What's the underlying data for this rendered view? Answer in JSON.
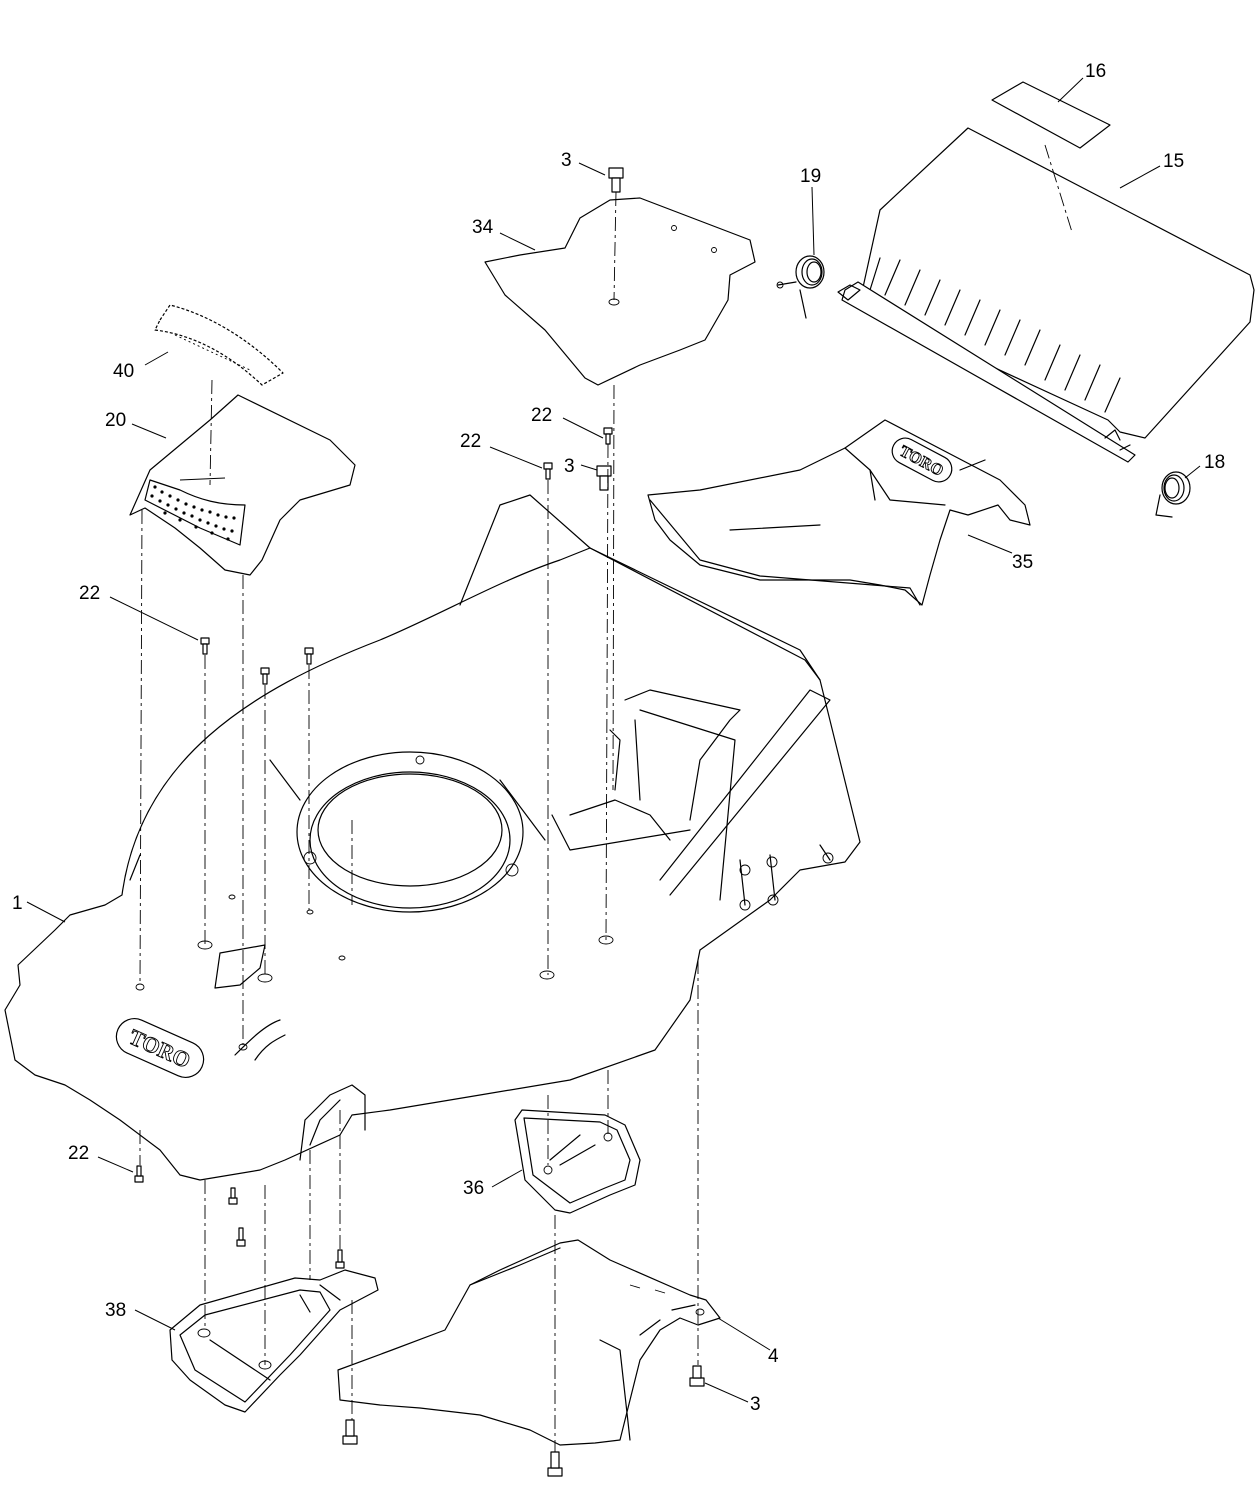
{
  "diagram": {
    "callouts": {
      "c16": "16",
      "c15": "15",
      "c19": "19",
      "c18": "18",
      "c35": "35",
      "c3_top": "3",
      "c34": "34",
      "c22_a": "22",
      "c22_b": "22",
      "c3_mid": "3",
      "c40": "40",
      "c20": "20",
      "c22_left": "22",
      "c1": "1",
      "c22_bottom": "22",
      "c36": "36",
      "c38": "38",
      "c4": "4",
      "c3_bottom": "3"
    },
    "logos": {
      "deck_logo": "TORO",
      "chute_logo": "TORO"
    },
    "icons": {
      "spring": "torsion-spring-icon",
      "bolt": "bolt-icon",
      "screw": "screw-icon"
    }
  }
}
